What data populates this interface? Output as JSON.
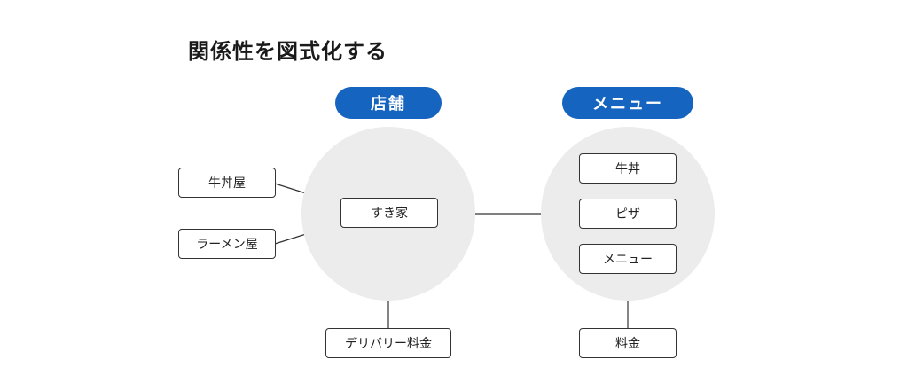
{
  "title": "関係性を図式化する",
  "colors": {
    "accent": "#1565c0",
    "circle": "#ececec",
    "line": "#333333"
  },
  "store_group": {
    "header": "店舗",
    "center_item": "すき家",
    "side_items": [
      "牛丼屋",
      "ラーメン屋"
    ],
    "bottom_item": "デリバリー料金"
  },
  "menu_group": {
    "header": "メニュー",
    "items": [
      "牛丼",
      "ピザ",
      "メニュー"
    ],
    "bottom_item": "料金"
  }
}
